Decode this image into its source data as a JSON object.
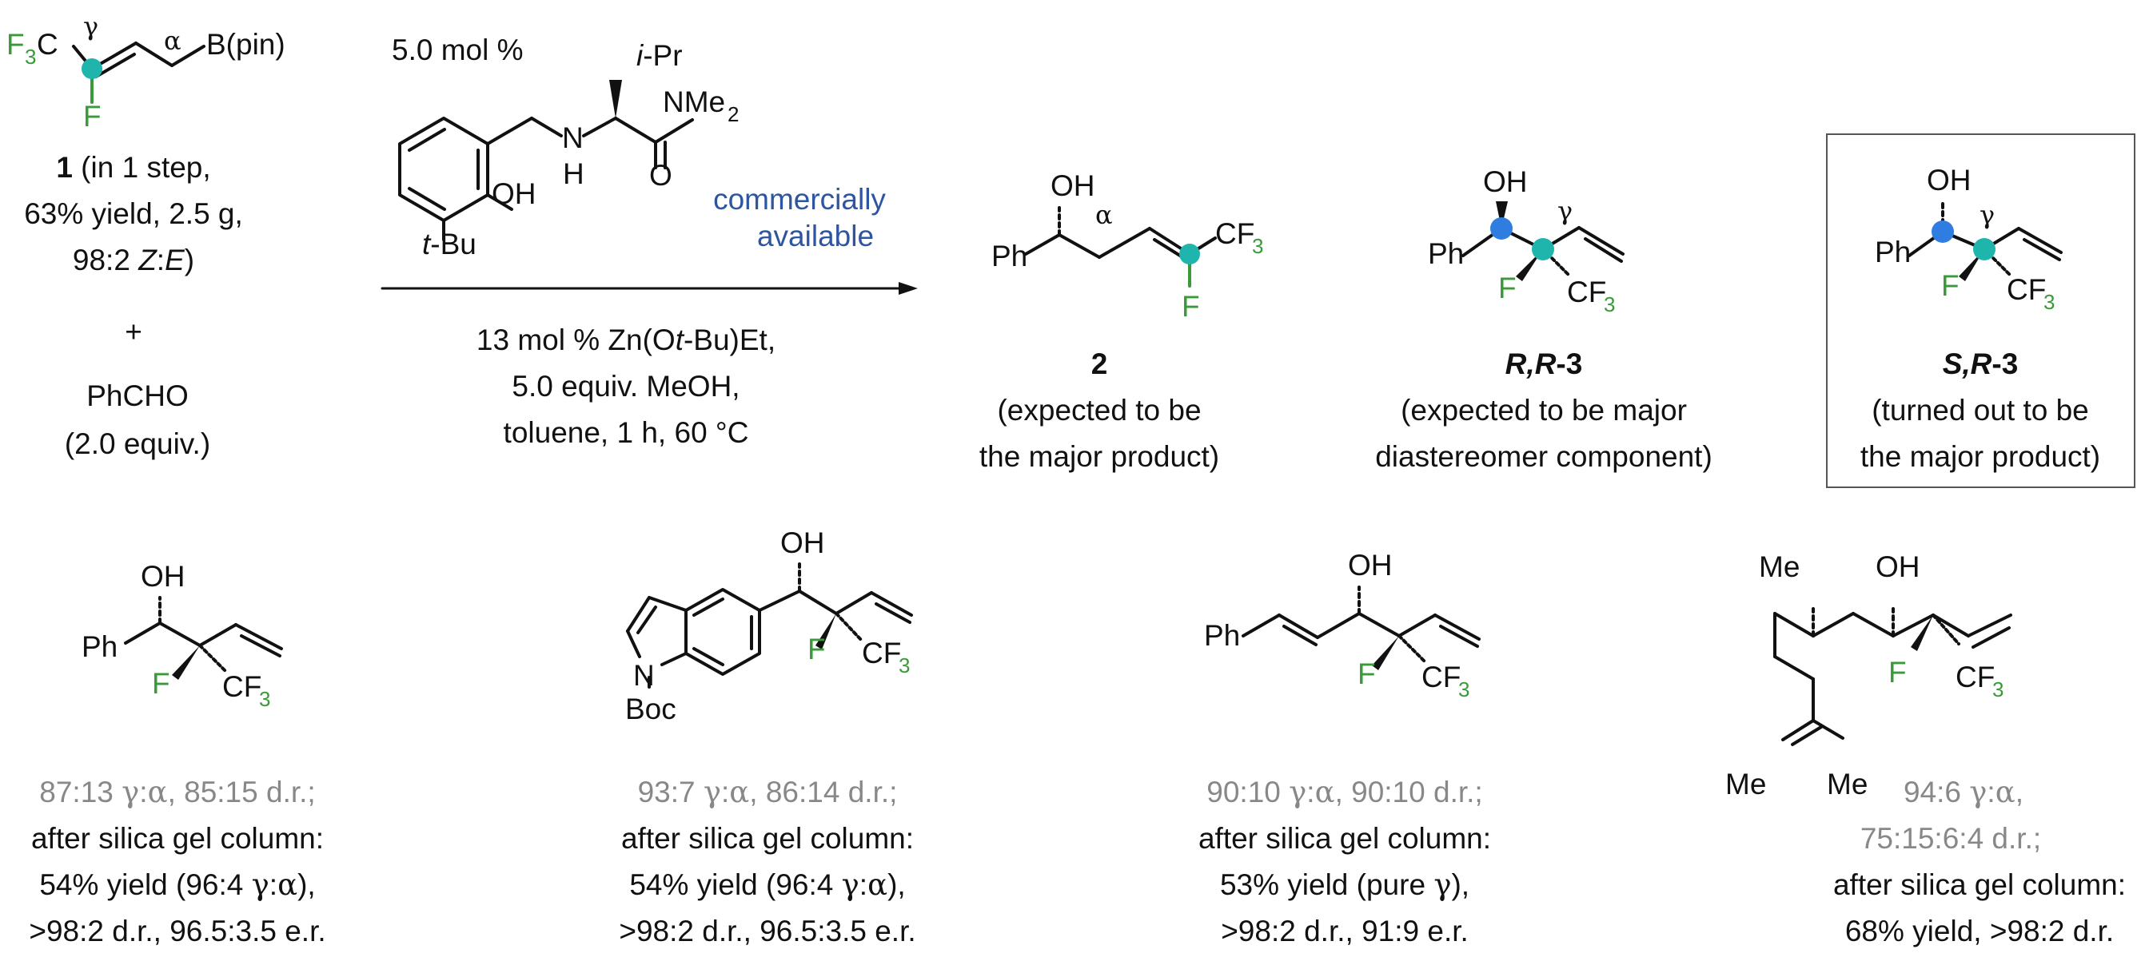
{
  "reagent1": {
    "f3c": "F",
    "f3c_sub": "3",
    "f3c_c": "C",
    "gamma": "γ",
    "alpha": "α",
    "bpin": "B(pin)",
    "f": "F",
    "label_num": "1",
    "label_line1": " (in 1 step,",
    "label_line2": "63% yield, 2.5 g,",
    "label_line3_a": "98:2 ",
    "label_line3_b": "Z",
    "label_line3_c": ":",
    "label_line3_d": "E",
    "label_line3_e": ")",
    "plus": "+",
    "phcho": "PhCHO",
    "phcho_equiv": "(2.0 equiv.)"
  },
  "catalyst": {
    "loading": "5.0 mol %",
    "ipr_i": "i",
    "ipr_rest": "-Pr",
    "nme2": "NMe",
    "nme2_sub": "2",
    "n": "N",
    "h": "H",
    "o": "O",
    "oh": "OH",
    "tbu_t": "t",
    "tbu_rest": "-Bu",
    "commercial_1": "commercially",
    "commercial_2": "available"
  },
  "conditions": {
    "line1_a": "13 mol % Zn(O",
    "line1_b": "t",
    "line1_c": "-Bu)Et,",
    "line2": "5.0 equiv. MeOH,",
    "line3": "toluene, 1 h, 60 °C"
  },
  "product2": {
    "oh": "OH",
    "alpha": "α",
    "ph": "Ph",
    "cf3": "CF",
    "cf3_sub": "3",
    "f": "F",
    "label": "2",
    "desc1": "(expected to be",
    "desc2": "the major product)"
  },
  "productRR3": {
    "oh": "OH",
    "gamma": "γ",
    "ph": "Ph",
    "f": "F",
    "cf3": "CF",
    "cf3_sub": "3",
    "label_a": "R",
    "label_b": ",",
    "label_c": "R",
    "label_d": "-3",
    "desc1": "(expected to be major",
    "desc2": "diastereomer component)"
  },
  "productSR3": {
    "oh": "OH",
    "gamma": "γ",
    "ph": "Ph",
    "f": "F",
    "cf3": "CF",
    "cf3_sub": "3",
    "label_a": "S",
    "label_b": ",",
    "label_c": "R",
    "label_d": "-3",
    "desc1": "(turned out to be",
    "desc2": "the major product)"
  },
  "examples": [
    {
      "oh": "OH",
      "ph": "Ph",
      "f": "F",
      "cf3": "CF",
      "cf3_sub": "3",
      "ratio_a": "87:13 ",
      "ratio_g": "γ",
      "ratio_colon": ":",
      "ratio_al": "α",
      "ratio_b": ", 85:15 d.r.;",
      "line2": "after silica gel column:",
      "line3_a": "54% yield (96:4 ",
      "line3_g": "γ",
      "line3_colon": ":",
      "line3_al": "α",
      "line3_b": "),",
      "line4": ">98:2 d.r., 96.5:3.5 e.r."
    },
    {
      "oh": "OH",
      "n": "N",
      "boc": "Boc",
      "f": "F",
      "cf3": "CF",
      "cf3_sub": "3",
      "ratio_a": "93:7 ",
      "ratio_g": "γ",
      "ratio_colon": ":",
      "ratio_al": "α",
      "ratio_b": ", 86:14 d.r.;",
      "line2": "after silica gel column:",
      "line3_a": "54% yield (96:4 ",
      "line3_g": "γ",
      "line3_colon": ":",
      "line3_al": "α",
      "line3_b": "),",
      "line4": ">98:2 d.r., 96.5:3.5 e.r."
    },
    {
      "oh": "OH",
      "ph": "Ph",
      "f": "F",
      "cf3": "CF",
      "cf3_sub": "3",
      "ratio_a": "90:10 ",
      "ratio_g": "γ",
      "ratio_colon": ":",
      "ratio_al": "α",
      "ratio_b": ", 90:10 d.r.;",
      "line2": "after silica gel column:",
      "line3_a": "53% yield (pure ",
      "line3_g": "γ",
      "line3_b": "),",
      "line4": ">98:2 d.r., 91:9 e.r."
    },
    {
      "me_top": "Me",
      "oh": "OH",
      "me_l": "Me",
      "me_r": "Me",
      "f": "F",
      "cf3": "CF",
      "cf3_sub": "3",
      "ratio_a": "94:6 ",
      "ratio_g": "γ",
      "ratio_colon": ":",
      "ratio_al": "α",
      "ratio_b": ",",
      "ratio_line2": "75:15:6:4 d.r.;",
      "line2": "after silica gel column:",
      "line3": "68% yield, >98:2 d.r."
    }
  ],
  "colors": {
    "fluorine": "#3a9a3a",
    "gamma_carbon": "#1fb5ad",
    "carbinol": "#2f7de0",
    "gray_text": "#888888",
    "commercial": "#2e56a0",
    "box": "#555555"
  }
}
